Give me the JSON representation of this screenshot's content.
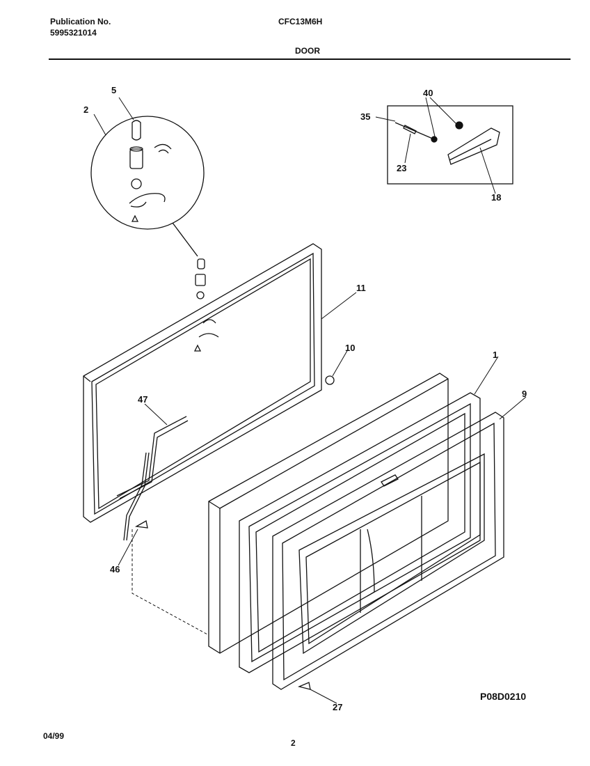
{
  "header": {
    "publication_label": "Publication No.",
    "publication_number": "5995321014",
    "model": "CFC13M6H",
    "section": "DOOR"
  },
  "figure_code": "P08D0210",
  "footer": {
    "date": "04/99",
    "page": "2"
  },
  "callouts": {
    "c1": "1",
    "c2": "2",
    "c5": "5",
    "c9": "9",
    "c10": "10",
    "c11": "11",
    "c18": "18",
    "c23": "23",
    "c27": "27",
    "c35": "35",
    "c40": "40",
    "c46": "46",
    "c47": "47"
  }
}
